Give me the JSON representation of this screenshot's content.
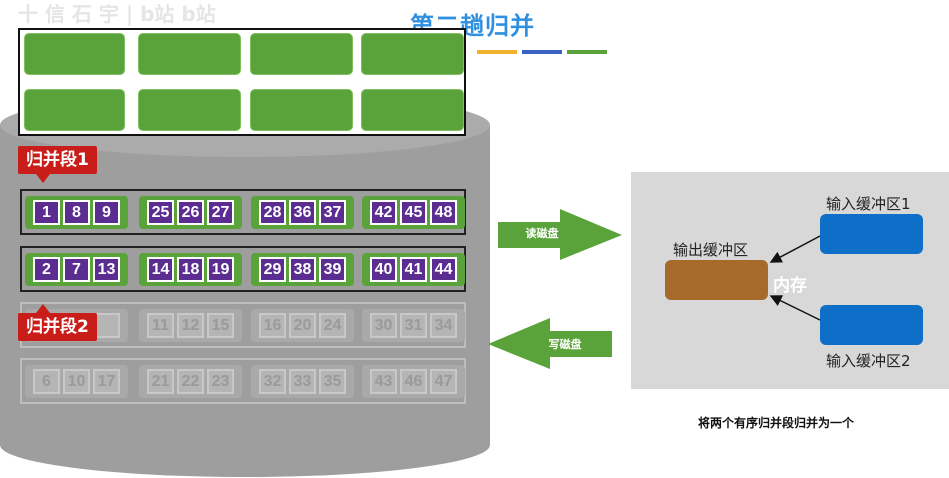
{
  "header": {
    "title": "第二趟归并",
    "watermark": "十 信 石 宇 | b站 b站"
  },
  "legend_colors": [
    "#1f77b4",
    "#f2b230",
    "#3a62c0",
    "#5aa33a"
  ],
  "disk": {
    "top_groups_count": 8,
    "segment1_label": "归并段1",
    "segment2_label": "归并段2",
    "rows": [
      {
        "faded": false,
        "groups": [
          [
            "1",
            "8",
            "9"
          ],
          [
            "25",
            "26",
            "27"
          ],
          [
            "28",
            "36",
            "37"
          ],
          [
            "42",
            "45",
            "48"
          ]
        ]
      },
      {
        "faded": false,
        "groups": [
          [
            "2",
            "7",
            "13"
          ],
          [
            "14",
            "18",
            "19"
          ],
          [
            "29",
            "38",
            "39"
          ],
          [
            "40",
            "41",
            "44"
          ]
        ]
      },
      {
        "faded": true,
        "groups": [
          [
            "",
            "",
            ""
          ],
          [
            "11",
            "12",
            "15"
          ],
          [
            "16",
            "20",
            "24"
          ],
          [
            "30",
            "31",
            "34"
          ]
        ]
      },
      {
        "faded": true,
        "groups": [
          [
            "6",
            "10",
            "17"
          ],
          [
            "21",
            "22",
            "23"
          ],
          [
            "32",
            "33",
            "35"
          ],
          [
            "43",
            "46",
            "47"
          ]
        ]
      }
    ]
  },
  "arrows": {
    "read_label": "读磁盘",
    "write_label": "写磁盘"
  },
  "memory": {
    "input_buffer_1": "输入缓冲区1",
    "input_buffer_2": "输入缓冲区2",
    "output_buffer": "输出缓冲区",
    "memory_label": "内存"
  },
  "caption": "将两个有序归并段归并为一个",
  "colors": {
    "green": "#5aa33a",
    "purple": "#5b2d91",
    "red_tag": "#c81d18",
    "blue_buffer": "#0d6fc7",
    "brown_buffer": "#a66a2a",
    "title_blue": "#2f8fe0"
  }
}
